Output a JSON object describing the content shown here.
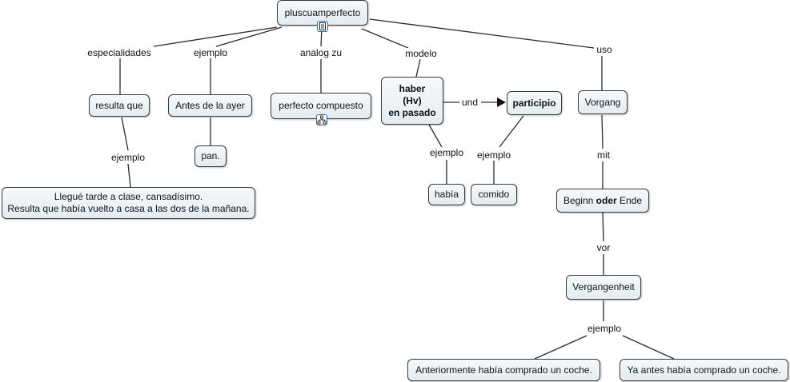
{
  "nodes": {
    "root": "pluscuamperfecto",
    "resulta_que": "resulta que",
    "antes_de_la_ayer": "Antes de la ayer",
    "perfecto_compuesto": "perfecto compuesto",
    "haber": "haber\n(Hv)\nen pasado",
    "participio": "participio",
    "vorgang": "Vorgang",
    "pan": "pan.",
    "example_sentence": "Llegué tarde a clase, cansadísimo.\nResulta que había vuelto a casa a las dos de la mañana.",
    "habia": "había",
    "comido": "comido",
    "beginn_pre": "Beginn ",
    "beginn_bold": "oder",
    "beginn_post": " Ende",
    "vergangenheit": "Vergangenheit",
    "anteriormente": "Anteriormente había comprado un coche.",
    "ya_antes": "Ya antes había comprado un coche."
  },
  "links": {
    "especialidades": "especialidades",
    "ejemplo_antes": "ejemplo",
    "analog_zu": "analog zu",
    "modelo": "modelo",
    "uso": "uso",
    "ejemplo_resulta": "ejemplo",
    "und": "und",
    "ejemplo_haber": "ejemplo",
    "ejemplo_participio": "ejemplo",
    "mit": "mit",
    "vor": "vor",
    "ejemplo_vergangenheit": "ejemplo"
  },
  "icons": {
    "root_attachment": "document-icon",
    "perfecto_attachment": "submap-icon"
  },
  "colors": {
    "node_border": "#3a3a3a",
    "node_fill": "#eef3f6",
    "line": "#2a2a2a",
    "badge_border": "#2c6bb3"
  }
}
